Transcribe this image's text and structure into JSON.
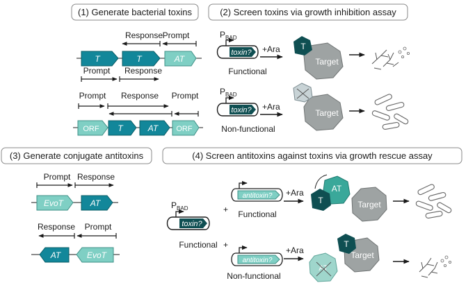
{
  "panels": {
    "p1_title": "(1) Generate bacterial toxins",
    "p2_title": "(2) Screen toxins via growth inhibition assay",
    "p3_title": "(3) Generate conjugate antitoxins",
    "p4_title": "(4) Screen antitoxins against toxins via growth rescue assay"
  },
  "labels": {
    "response": "Response",
    "prompt": "Prompt",
    "t": "T",
    "at": "AT",
    "orf": "ORF",
    "evot": "EvoT",
    "toxin": "toxin?",
    "antitoxin": "antitoxin?",
    "p": "P",
    "bad": "BAD",
    "ara": "+Ara",
    "target": "Target",
    "functional": "Functional",
    "non_functional": "Non-functional",
    "plus": "+"
  },
  "colors": {
    "toxin": "#12879a",
    "antitoxin": "#7fcfc4",
    "dark": "#0f4f52",
    "gray": "#9ea3a3",
    "text": "#1a1a1a"
  }
}
